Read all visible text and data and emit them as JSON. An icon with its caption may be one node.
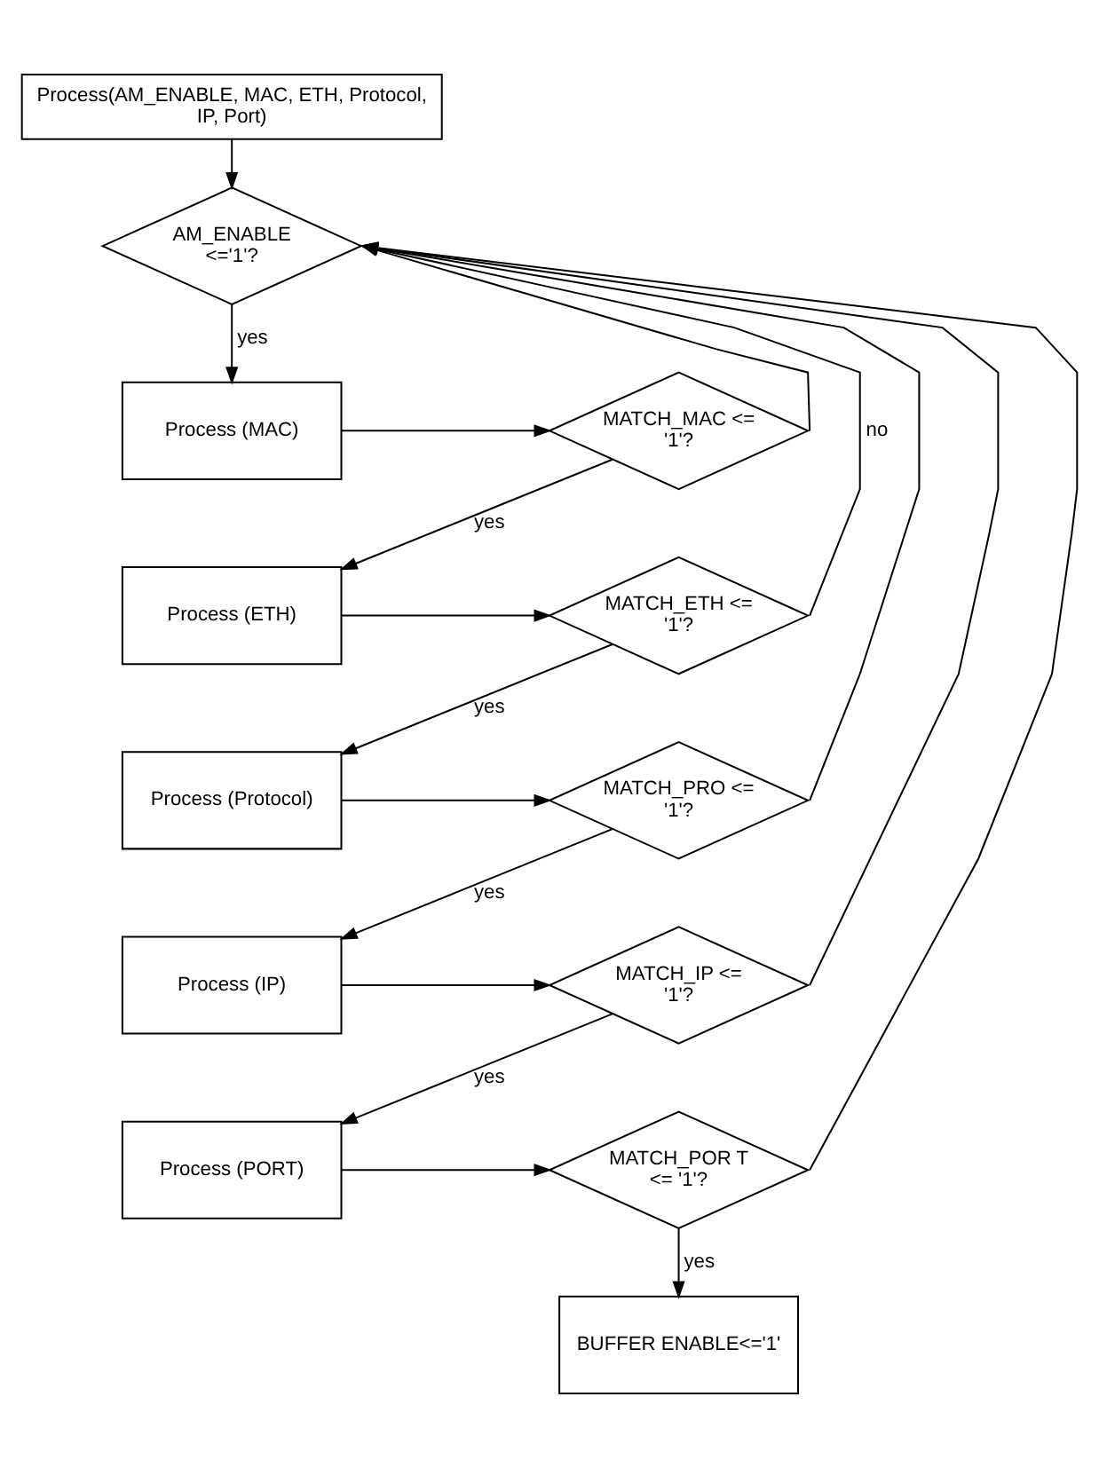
{
  "diagram": {
    "nodes": [
      {
        "text": [
          "Process(AM_ENABLE, MAC, ETH, Protocol, IP, Port)"
        ]
      },
      {
        "text": [
          "AM_ENABLE <='1'?"
        ]
      },
      {
        "text": [
          "Process (MAC)"
        ]
      },
      {
        "text": [
          "MATCH_MAC <= '1'?"
        ]
      },
      {
        "text": [
          "Process (ETH)"
        ]
      },
      {
        "text": [
          "MATCH_ETH <= '1'?"
        ]
      },
      {
        "text": [
          "Process (Protocol)"
        ]
      },
      {
        "text": [
          "MATCH_PRO <= '1'?"
        ]
      },
      {
        "text": [
          "Process (IP)"
        ]
      },
      {
        "text": [
          "MATCH_IP <= '1'?"
        ]
      },
      {
        "text": [
          "Process (PORT)"
        ]
      },
      {
        "text": [
          "MATCH_POR T <= '1'?"
        ]
      },
      {
        "text": [
          "BUFFER ENABLE<='1'"
        ]
      }
    ],
    "edges": [
      {
        "from": 0,
        "to": 1,
        "arrow": "to"
      },
      {
        "from": 1,
        "to": 2,
        "arrow": "to",
        "label": "yes"
      },
      {
        "from": 2,
        "to": 3,
        "arrow": "to"
      },
      {
        "from": 3,
        "to": 4,
        "arrow": "to",
        "label": "yes"
      },
      {
        "from": 3,
        "to": 1,
        "arrow": "to"
      },
      {
        "from": 4,
        "to": 5,
        "arrow": "to"
      },
      {
        "from": 5,
        "to": 6,
        "arrow": "to",
        "label": "yes"
      },
      {
        "from": 5,
        "to": 1,
        "arrow": "to",
        "label": "no"
      },
      {
        "from": 6,
        "to": 7,
        "arrow": "to"
      },
      {
        "from": 7,
        "to": 8,
        "arrow": "to",
        "label": "yes"
      },
      {
        "from": 7,
        "to": 1,
        "arrow": "to"
      },
      {
        "from": 8,
        "to": 9,
        "arrow": "to"
      },
      {
        "from": 9,
        "to": 10,
        "arrow": "to",
        "label": "yes"
      },
      {
        "from": 9,
        "to": 1,
        "arrow": "to"
      },
      {
        "from": 10,
        "to": 11,
        "arrow": "to"
      },
      {
        "from": 11,
        "to": 12,
        "arrow": "to",
        "label": "yes"
      },
      {
        "from": 11,
        "to": 1,
        "arrow": "to"
      }
    ]
  }
}
